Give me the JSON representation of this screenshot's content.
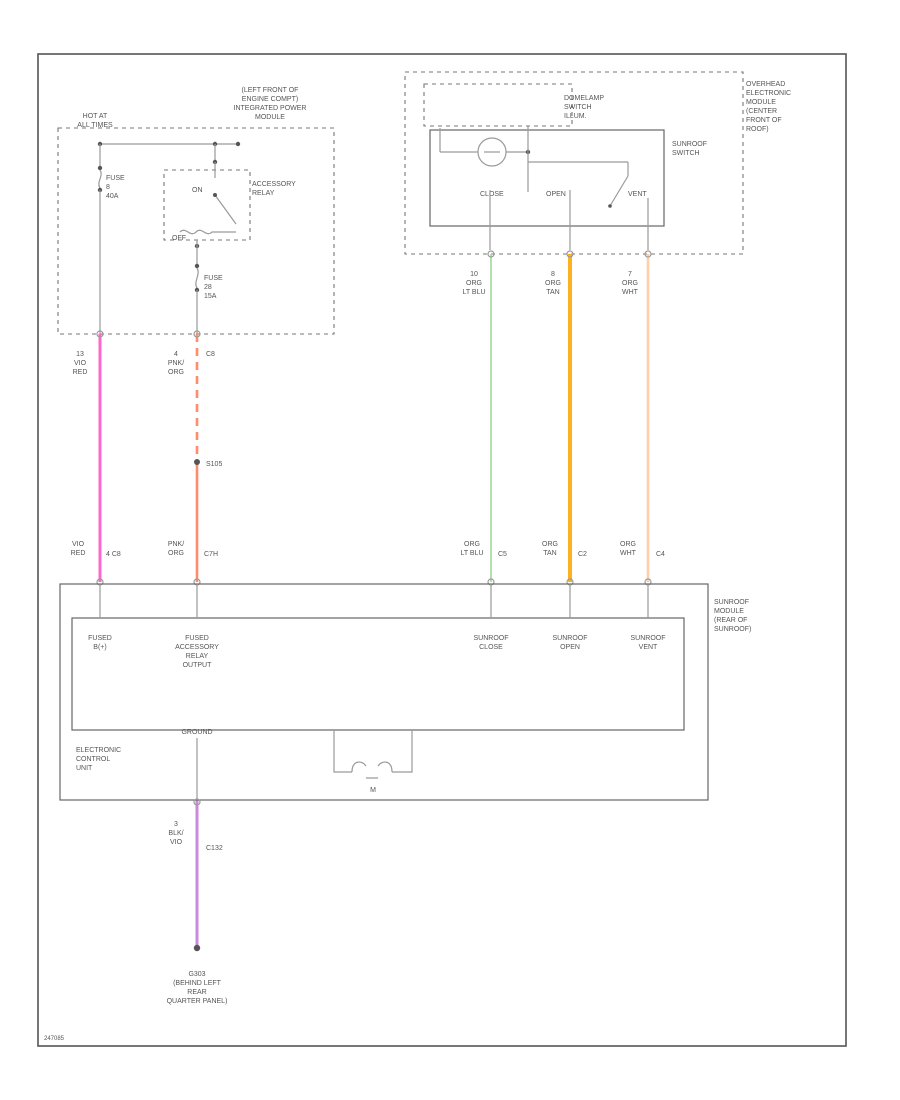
{
  "colors": {
    "wire_red": "#ff66cc",
    "wire_pink_orange": "#ff8c6a",
    "wire_lt_blue": "#9fd89a",
    "wire_tan": "#ffb020",
    "wire_white": "#ffcfa8",
    "wire_black": "#cc88dd",
    "line": "#9a9a9a",
    "frame": "#555555"
  },
  "locations": {
    "ipm_location": [
      "(LEFT FRONT OF",
      "ENGINE COMPT)",
      "INTEGRATED POWER",
      "MODULE"
    ],
    "hot_at": [
      "HOT AT",
      "ALL TIMES"
    ],
    "overhead_module": [
      "OVERHEAD",
      "ELECTRONIC",
      "MODULE",
      "(CENTER",
      "FRONT OF",
      "ROOF)"
    ],
    "sunroof_module": [
      "SUNROOF",
      "MODULE",
      "(REAR OF",
      "SUNROOF)"
    ],
    "ground_location": [
      "G303",
      "(BEHIND LEFT",
      "REAR",
      "QUARTER PANEL)"
    ],
    "figure_code": "247085"
  },
  "ipm": {
    "fuse1": [
      "FUSE",
      "8",
      "40A"
    ],
    "relay_name": [
      "ACCESSORY",
      "RELAY"
    ],
    "relay_on": "ON",
    "relay_off": "OFF",
    "fuse2": [
      "FUSE",
      "28",
      "15A"
    ]
  },
  "overhead": {
    "switch_name": [
      "SUNROOF",
      "SWITCH"
    ],
    "illum": [
      "DOMELAMP",
      "SWITCH",
      "ILLUM."
    ],
    "positions": {
      "close": "CLOSE",
      "open": "OPEN",
      "vent": "VENT"
    }
  },
  "wires": {
    "w1_top": [
      "13",
      "VIO",
      "RED"
    ],
    "w2_top": [
      "4",
      "PNK/",
      "ORG"
    ],
    "w2_conn": "C8",
    "splice": "S105",
    "w3_top": [
      "10",
      "ORG",
      "LT BLU"
    ],
    "w4_top": [
      "8",
      "ORG",
      "TAN"
    ],
    "w5_top": [
      "7",
      "ORG",
      "WHT"
    ],
    "w1_bot": [
      "VIO",
      "RED"
    ],
    "w1_bot_conn": "4 C8",
    "w2_bot": [
      "PNK/",
      "ORG"
    ],
    "w2_bot_conn": "C7H",
    "w3_bot": [
      "ORG",
      "LT BLU"
    ],
    "w3_bot_conn": "C5",
    "w4_bot": [
      "ORG",
      "TAN"
    ],
    "w4_bot_conn": "C2",
    "w5_bot": [
      "ORG",
      "WHT"
    ],
    "w5_bot_conn": "C4",
    "gnd": [
      "3",
      "BLK/",
      "VIO"
    ],
    "gnd_conn": "C132"
  },
  "ecu": {
    "pin1": [
      "FUSED",
      "B(+)"
    ],
    "pin2": [
      "FUSED",
      "ACCESSORY",
      "RELAY",
      "OUTPUT"
    ],
    "pin3": [
      "SUNROOF",
      "CLOSE"
    ],
    "pin4": [
      "SUNROOF",
      "OPEN"
    ],
    "pin5": [
      "SUNROOF",
      "VENT"
    ],
    "ground": "GROUND",
    "name": [
      "ELECTRONIC",
      "CONTROL",
      "UNIT"
    ],
    "motor": "M"
  }
}
